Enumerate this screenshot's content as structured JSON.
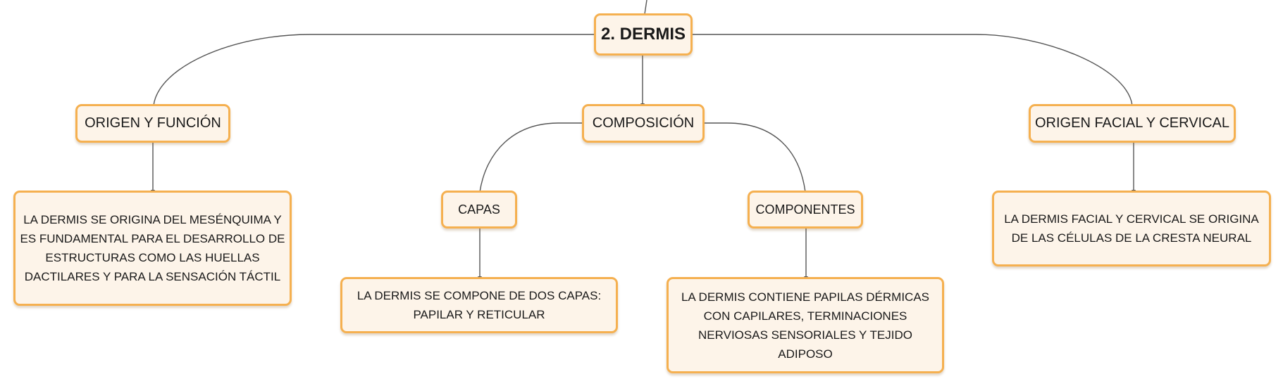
{
  "diagram": {
    "root": {
      "label": "2. DERMIS"
    },
    "branches": {
      "origen_funcion": {
        "label": "ORIGEN Y FUNCIÓN",
        "detail": "LA DERMIS SE ORIGINA DEL MESÉNQUIMA Y ES FUNDAMENTAL PARA EL DESARROLLO DE ESTRUCTURAS COMO LAS HUELLAS DACTILARES Y PARA LA SENSACIÓN TÁCTIL"
      },
      "composicion": {
        "label": "COMPOSICIÓN",
        "capas": {
          "label": "CAPAS",
          "detail": "LA DERMIS SE COMPONE DE DOS CAPAS: PAPILAR Y RETICULAR"
        },
        "componentes": {
          "label": "COMPONENTES",
          "detail": "LA DERMIS CONTIENE PAPILAS DÉRMICAS CON CAPILARES, TERMINACIONES NERVIOSAS SENSORIALES Y TEJIDO ADIPOSO"
        }
      },
      "origen_facial": {
        "label": "ORIGEN FACIAL Y CERVICAL",
        "detail": "LA DERMIS FACIAL Y CERVICAL SE ORIGINA DE LAS CÉLULAS DE LA CRESTA NEURAL"
      }
    },
    "colors": {
      "node_border": "#f5b050",
      "node_fill": "#fdf4e9",
      "connector": "#555555",
      "text": "#1a1a1a"
    }
  }
}
